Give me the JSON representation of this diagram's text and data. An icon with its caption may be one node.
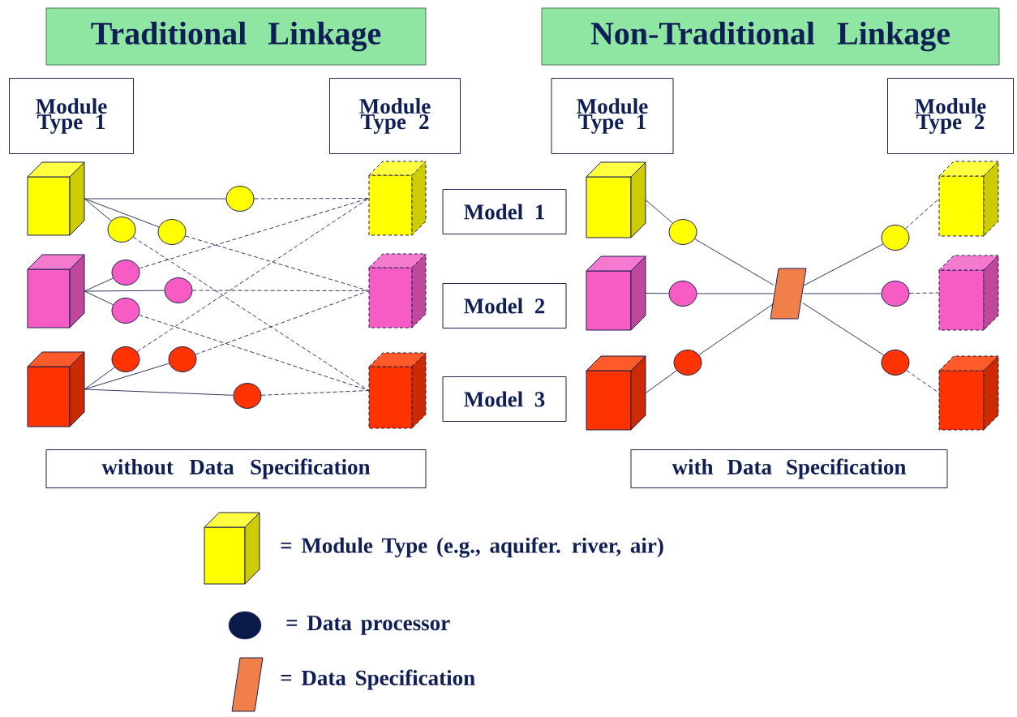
{
  "diagram": {
    "nodes": [
      {
        "text": [
          "Traditional Linkage"
        ]
      },
      {
        "text": [
          "Non-Traditional Linkage"
        ]
      },
      {
        "text": [
          "Module Type 1"
        ]
      },
      {
        "text": [
          "Module Type 2"
        ]
      },
      {
        "text": [
          "Module Type 1"
        ]
      },
      {
        "text": [
          "Module Type 2"
        ]
      },
      {
        "text": [],
        "shape": "box"
      },
      {
        "text": [],
        "shape": "box"
      },
      {
        "text": [],
        "shape": "box"
      },
      {
        "text": [],
        "shape": "circle"
      },
      {
        "text": [],
        "shape": "circle"
      },
      {
        "text": [],
        "shape": "circle"
      },
      {
        "text": [],
        "shape": "circle"
      },
      {
        "text": [],
        "shape": "circle"
      },
      {
        "text": [],
        "shape": "circle"
      },
      {
        "text": [],
        "shape": "circle"
      },
      {
        "text": [],
        "shape": "circle"
      },
      {
        "text": [],
        "shape": "circle"
      },
      {
        "text": [],
        "shape": "box"
      },
      {
        "text": [],
        "shape": "box"
      },
      {
        "text": [],
        "shape": "box"
      },
      {
        "text": [
          "Model 1"
        ]
      },
      {
        "text": [
          "Model 2"
        ]
      },
      {
        "text": [
          "Model 3"
        ]
      },
      {
        "text": [],
        "shape": "box"
      },
      {
        "text": [],
        "shape": "box"
      },
      {
        "text": [],
        "shape": "box"
      },
      {
        "text": [],
        "shape": "circle"
      },
      {
        "text": [],
        "shape": "circle"
      },
      {
        "text": [],
        "shape": "circle"
      },
      {
        "text": [],
        "shape": "parallelogram"
      },
      {
        "text": [],
        "shape": "circle"
      },
      {
        "text": [],
        "shape": "circle"
      },
      {
        "text": [],
        "shape": "circle"
      },
      {
        "text": [],
        "shape": "box"
      },
      {
        "text": [],
        "shape": "box"
      },
      {
        "text": [],
        "shape": "box"
      },
      {
        "text": [
          "without Data Specification"
        ]
      },
      {
        "text": [
          "with Data Specification"
        ]
      }
    ],
    "edges": [
      {
        "from": 6,
        "to": 9,
        "arrow": "none"
      },
      {
        "from": 9,
        "to": 18,
        "arrow": "none",
        "style": "dashed"
      },
      {
        "from": 6,
        "to": 10,
        "arrow": "none"
      },
      {
        "from": 10,
        "to": 20,
        "arrow": "none",
        "style": "dashed"
      },
      {
        "from": 6,
        "to": 11,
        "arrow": "none"
      },
      {
        "from": 11,
        "to": 19,
        "arrow": "none",
        "style": "dashed"
      },
      {
        "from": 7,
        "to": 12,
        "arrow": "none"
      },
      {
        "from": 12,
        "to": 18,
        "arrow": "none",
        "style": "dashed"
      },
      {
        "from": 7,
        "to": 13,
        "arrow": "none"
      },
      {
        "from": 13,
        "to": 19,
        "arrow": "none",
        "style": "dashed"
      },
      {
        "from": 7,
        "to": 14,
        "arrow": "none"
      },
      {
        "from": 14,
        "to": 20,
        "arrow": "none",
        "style": "dashed"
      },
      {
        "from": 8,
        "to": 15,
        "arrow": "none"
      },
      {
        "from": 15,
        "to": 18,
        "arrow": "none",
        "style": "dashed"
      },
      {
        "from": 8,
        "to": 16,
        "arrow": "none"
      },
      {
        "from": 16,
        "to": 19,
        "arrow": "none",
        "style": "dashed"
      },
      {
        "from": 8,
        "to": 17,
        "arrow": "none"
      },
      {
        "from": 17,
        "to": 20,
        "arrow": "none",
        "style": "dashed"
      },
      {
        "from": 24,
        "to": 27,
        "arrow": "none"
      },
      {
        "from": 25,
        "to": 28,
        "arrow": "none"
      },
      {
        "from": 26,
        "to": 29,
        "arrow": "none"
      },
      {
        "from": 27,
        "to": 30,
        "arrow": "none"
      },
      {
        "from": 28,
        "to": 30,
        "arrow": "none"
      },
      {
        "from": 29,
        "to": 30,
        "arrow": "none"
      },
      {
        "from": 30,
        "to": 31,
        "arrow": "none"
      },
      {
        "from": 30,
        "to": 32,
        "arrow": "none"
      },
      {
        "from": 30,
        "to": 33,
        "arrow": "none"
      },
      {
        "from": 31,
        "to": 34,
        "arrow": "none",
        "style": "dashed"
      },
      {
        "from": 32,
        "to": 35,
        "arrow": "none",
        "style": "dashed"
      },
      {
        "from": 33,
        "to": 36,
        "arrow": "none",
        "style": "dashed"
      }
    ],
    "legend": [
      {
        "text": "= Module Type (e.g., aquifer. river, air)"
      },
      {
        "text": "= Data processor"
      },
      {
        "text": "= Data Specification"
      }
    ]
  }
}
